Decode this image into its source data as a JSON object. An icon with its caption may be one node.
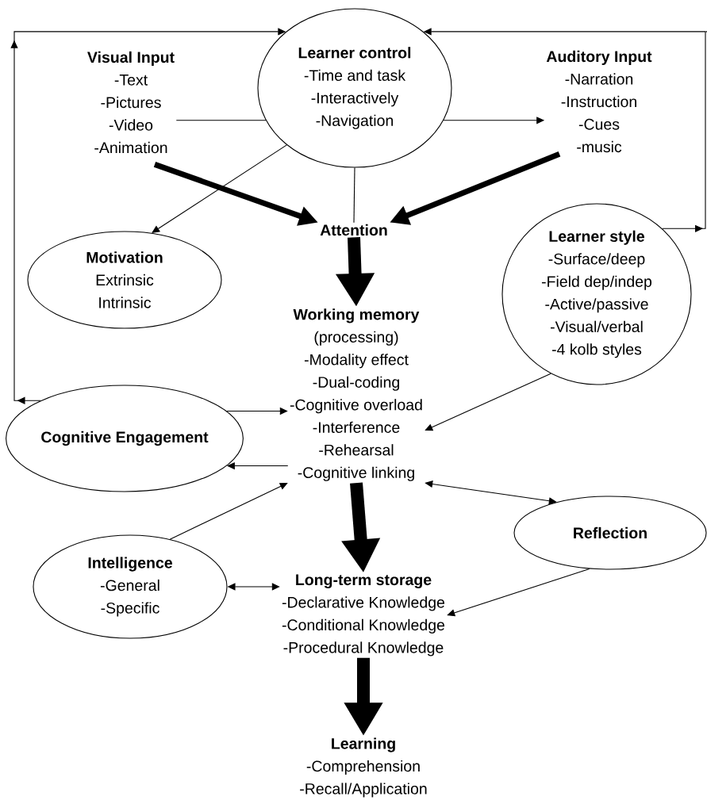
{
  "diagram": {
    "nodes": [
      {
        "text": [
          "Visual Input",
          "-Text",
          "-Pictures",
          "-Video",
          "-Animation"
        ]
      },
      {
        "text": [
          "Learner control",
          "-Time and task",
          "-Interactively",
          "-Navigation"
        ]
      },
      {
        "text": [
          "Auditory Input",
          "-Narration",
          "-Instruction",
          "-Cues",
          "-music"
        ]
      },
      {
        "text": [
          "Attention"
        ]
      },
      {
        "text": [
          "Motivation",
          "Extrinsic",
          "Intrinsic"
        ]
      },
      {
        "text": [
          "Learner style",
          "-Surface/deep",
          "-Field dep/indep",
          "-Active/passive",
          "-Visual/verbal",
          "-4 kolb styles"
        ]
      },
      {
        "text": [
          "Working memory",
          "(processing)",
          "-Modality effect",
          "-Dual-coding",
          "-Cognitive overload",
          "-Interference",
          "-Rehearsal",
          "-Cognitive linking"
        ]
      },
      {
        "text": [
          "Cognitive Engagement"
        ]
      },
      {
        "text": [
          "Reflection"
        ]
      },
      {
        "text": [
          "Intelligence",
          "-General",
          "-Specific"
        ]
      },
      {
        "text": [
          "Long-term storage",
          "-Declarative Knowledge",
          "-Conditional Knowledge",
          "-Procedural Knowledge"
        ]
      },
      {
        "text": [
          "Learning",
          "-Comprehension",
          "-Recall/Application"
        ]
      }
    ],
    "edges": [
      {
        "from": 7,
        "to": 1,
        "arrow": "to"
      },
      {
        "from": 5,
        "to": 1,
        "arrow": "to"
      },
      {
        "from": 1,
        "to": 2,
        "arrow": "to"
      },
      {
        "from": 1,
        "to": 0,
        "arrow": "none"
      },
      {
        "from": 1,
        "to": 3,
        "arrow": "none"
      },
      {
        "from": 1,
        "to": 4,
        "arrow": "to"
      },
      {
        "from": 0,
        "to": 3,
        "arrow": "to",
        "style": "thick"
      },
      {
        "from": 2,
        "to": 3,
        "arrow": "to",
        "style": "thick"
      },
      {
        "from": 3,
        "to": 6,
        "arrow": "to",
        "style": "thick"
      },
      {
        "from": 5,
        "to": 6,
        "arrow": "to"
      },
      {
        "from": 7,
        "to": 6,
        "arrow": "to"
      },
      {
        "from": 6,
        "to": 7,
        "arrow": "to"
      },
      {
        "from": 6,
        "to": 8,
        "arrow": "both"
      },
      {
        "from": 9,
        "to": 6,
        "arrow": "to"
      },
      {
        "from": 9,
        "to": 10,
        "arrow": "both"
      },
      {
        "from": 8,
        "to": 10,
        "arrow": "to"
      },
      {
        "from": 6,
        "to": 10,
        "arrow": "to",
        "style": "thick"
      },
      {
        "from": 10,
        "to": 11,
        "arrow": "to",
        "style": "thick"
      }
    ]
  }
}
